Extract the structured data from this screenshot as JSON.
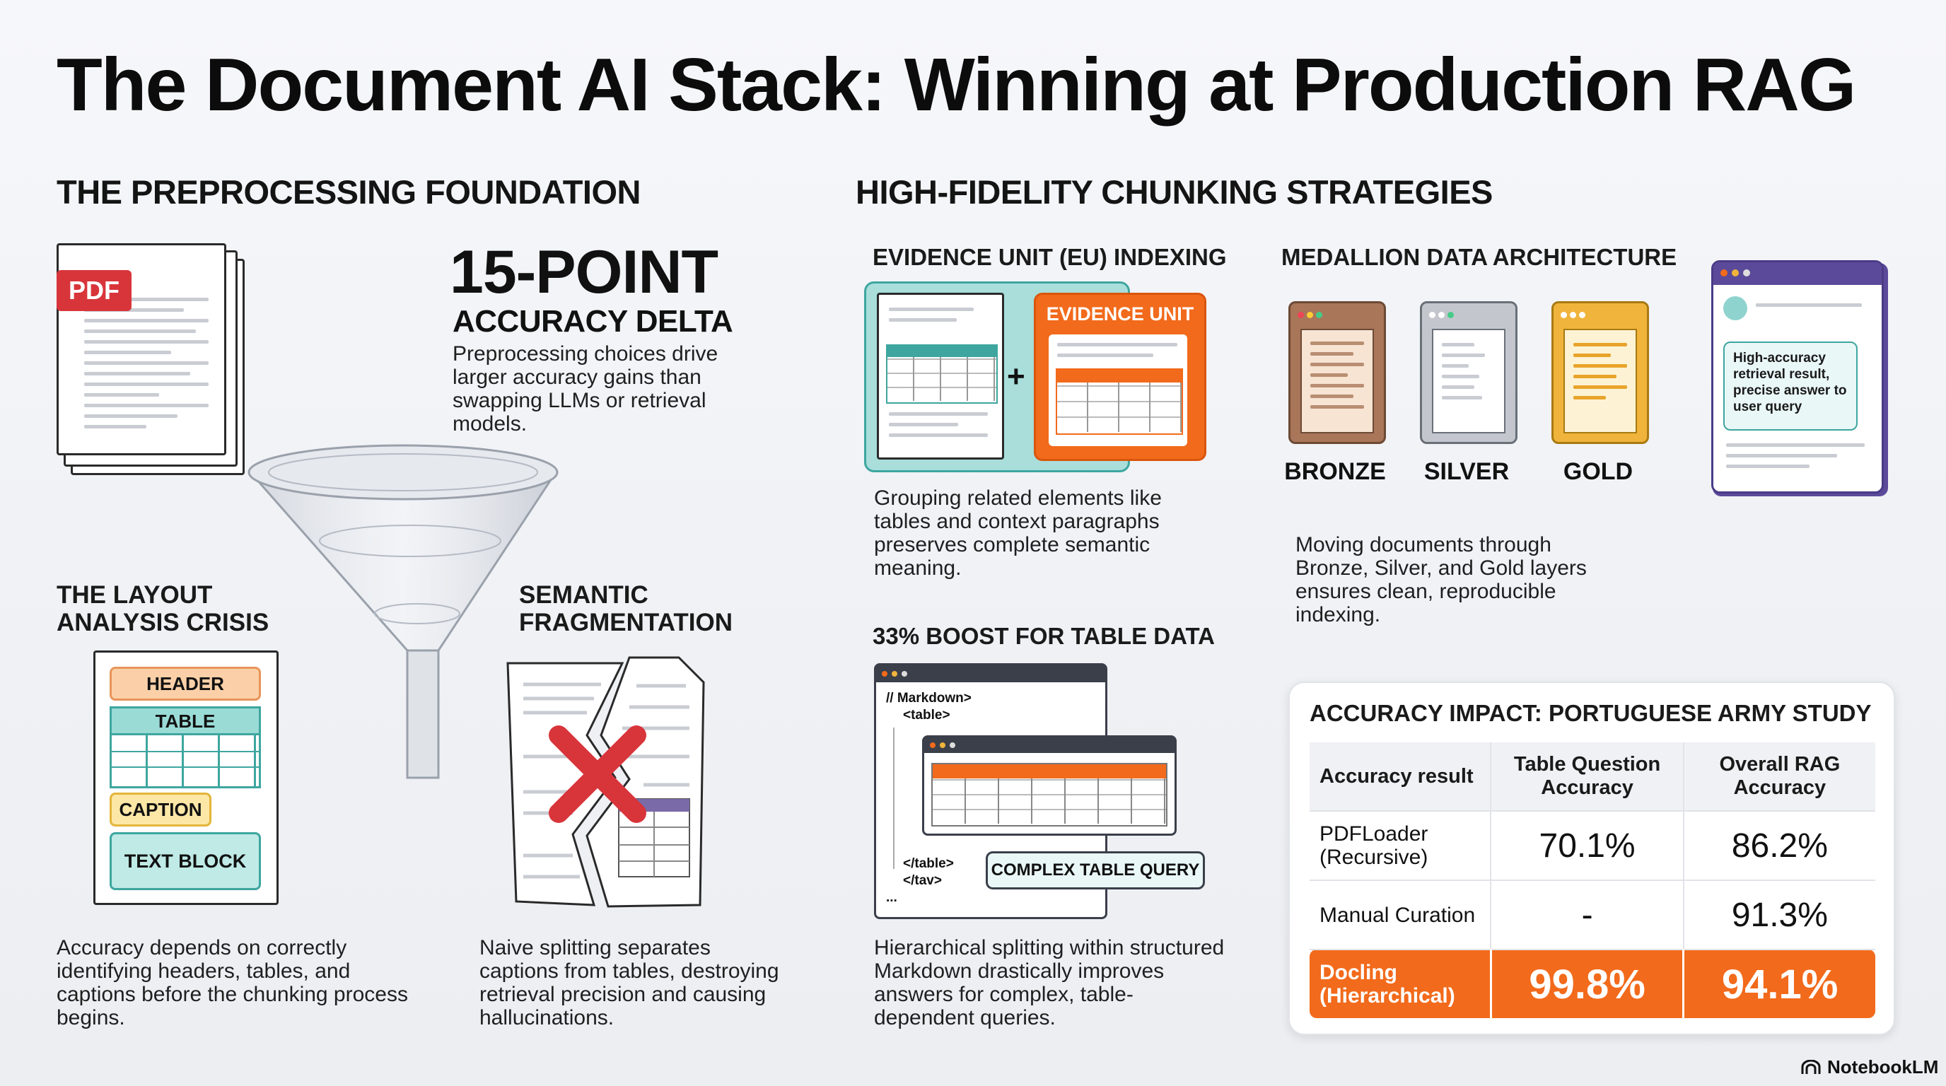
{
  "title": "The Document AI Stack: Winning at Production RAG",
  "left_section": {
    "heading": "THE PREPROCESSING FOUNDATION",
    "pdf_tag": "PDF",
    "stat": {
      "value": "15-POINT",
      "label": "ACCURACY DELTA",
      "text": "Preprocessing choices drive larger accuracy gains than swapping LLMs or retrieval models."
    },
    "layout": {
      "heading_line1": "THE LAYOUT",
      "heading_line2": "ANALYSIS CRISIS",
      "blocks": [
        "HEADER",
        "TABLE",
        "CAPTION",
        "TEXT BLOCK"
      ],
      "text": "Accuracy depends on correctly identifying headers, tables, and captions before the chunking process begins."
    },
    "fragmentation": {
      "heading_line1": "SEMANTIC",
      "heading_line2": "FRAGMENTATION",
      "text": "Naive splitting separates captions from tables, destroying retrieval precision and causing hallucinations."
    }
  },
  "right_section": {
    "heading": "HIGH-FIDELITY CHUNKING STRATEGIES",
    "eu": {
      "heading": "EVIDENCE UNIT (EU) INDEXING",
      "badge": "EVIDENCE UNIT",
      "plus": "+",
      "text": "Grouping related elements like tables and context paragraphs preserves complete semantic meaning."
    },
    "medallion": {
      "heading": "MEDALLION DATA ARCHITECTURE",
      "tiers": [
        "BRONZE",
        "SILVER",
        "GOLD"
      ],
      "result_bubble": "High-accuracy retrieval result, precise answer to user query",
      "text": "Moving documents through Bronze, Silver, and Gold layers ensures clean, reproducible indexing."
    },
    "table_boost": {
      "heading": "33% BOOST FOR TABLE DATA",
      "code_lines": [
        "// Markdown>",
        "<table>",
        "</table>",
        "</tav>",
        "..."
      ],
      "query_label": "COMPLEX TABLE QUERY",
      "text": "Hierarchical splitting within structured Markdown drastically improves answers for complex, table-dependent queries."
    }
  },
  "impact": {
    "heading": "ACCURACY IMPACT: PORTUGUESE ARMY STUDY",
    "columns": [
      "Accuracy result",
      "Table Question Accuracy",
      "Overall RAG Accuracy"
    ],
    "rows": [
      {
        "label": "PDFLoader (Recursive)",
        "table_q": "70.1%",
        "overall": "86.2%"
      },
      {
        "label": "Manual Curation",
        "table_q": "-",
        "overall": "91.3%"
      },
      {
        "label": "Docling (Hierarchical)",
        "table_q": "99.8%",
        "overall": "94.1%"
      }
    ],
    "highlight_color": "#f26a1b"
  },
  "brand": "NotebookLM",
  "colors": {
    "orange": "#f26a1b",
    "teal": "#8fd3cf",
    "bronze": "#a9765a",
    "silver": "#c3c7cd",
    "gold": "#f0b43c",
    "purple": "#5b4a9a",
    "red_x": "#d8353b"
  }
}
